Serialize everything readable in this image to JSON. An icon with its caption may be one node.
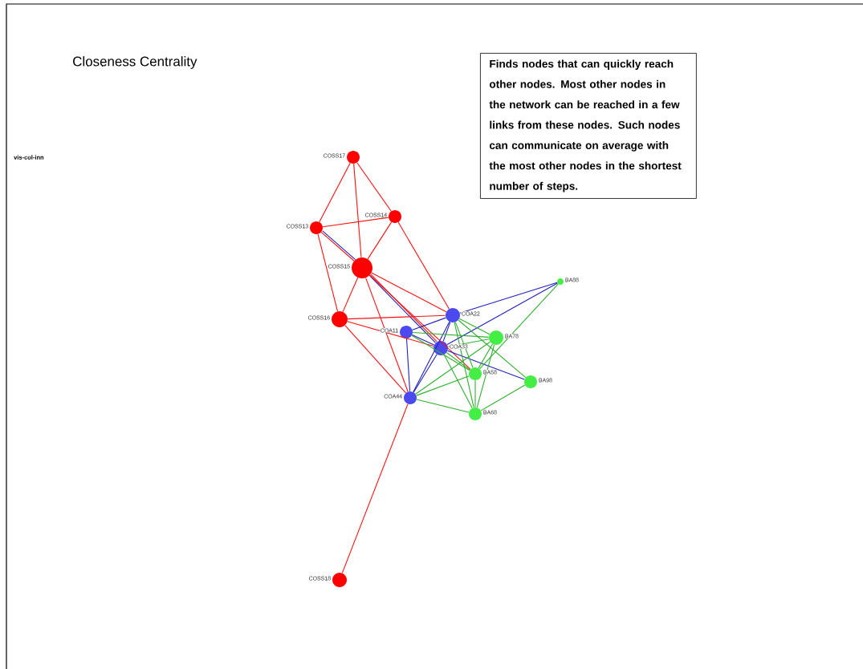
{
  "diagram": {
    "title": "Closeness Centrality",
    "nodes": [
      {
        "text": [],
        "shape": "circle",
        "beside": [
          "COSS17"
        ]
      },
      {
        "text": [],
        "shape": "circle",
        "beside": [
          "COSS13"
        ]
      },
      {
        "text": [],
        "shape": "circle",
        "beside": [
          "COSS14"
        ]
      },
      {
        "text": [],
        "shape": "circle",
        "beside": [
          "COSS15"
        ]
      },
      {
        "text": [],
        "shape": "circle",
        "beside": [
          "COSS16"
        ]
      },
      {
        "text": [],
        "shape": "circle",
        "beside": [
          "COA22"
        ]
      },
      {
        "text": [],
        "shape": "circle",
        "beside": [
          "COA11"
        ]
      },
      {
        "text": [],
        "shape": "circle",
        "beside": [
          "COA33"
        ]
      },
      {
        "text": [],
        "shape": "circle",
        "beside": [
          "COA44"
        ]
      },
      {
        "text": [],
        "shape": "circle",
        "beside": [
          "BA88"
        ]
      },
      {
        "text": [],
        "shape": "circle",
        "beside": [
          "BA78"
        ]
      },
      {
        "text": [],
        "shape": "circle",
        "beside": [
          "BA58"
        ]
      },
      {
        "text": [],
        "shape": "circle",
        "beside": [
          "BA98"
        ]
      },
      {
        "text": [],
        "shape": "circle",
        "beside": [
          "BA68"
        ]
      },
      {
        "text": [],
        "shape": "circle",
        "beside": [
          "COSS18"
        ]
      },
      {
        "text": [
          "Finds nodes that can quickly reach other nodes. Most other nodes in the network can be reached in a few links from these nodes. Such nodes can communicate on average with the most other nodes in the shortest number of steps."
        ]
      }
    ],
    "edges": [
      {
        "from": 0,
        "to": 1,
        "arrow": "none"
      },
      {
        "from": 0,
        "to": 3,
        "arrow": "none"
      },
      {
        "from": 0,
        "to": 2,
        "arrow": "none"
      },
      {
        "from": 1,
        "to": 2,
        "arrow": "none"
      },
      {
        "from": 1,
        "to": 4,
        "arrow": "none"
      },
      {
        "from": 1,
        "to": 3,
        "arrow": "none"
      },
      {
        "from": 1,
        "to": 3,
        "arrow": "none",
        "color": "#2020c0"
      },
      {
        "from": 2,
        "to": 3,
        "arrow": "none"
      },
      {
        "from": 3,
        "to": 7,
        "arrow": "none",
        "color": "#2020c0"
      },
      {
        "from": 2,
        "to": 5,
        "arrow": "none"
      },
      {
        "from": 3,
        "to": 4,
        "arrow": "none"
      },
      {
        "from": 3,
        "to": 5,
        "arrow": "none"
      },
      {
        "from": 3,
        "to": 7,
        "arrow": "none"
      },
      {
        "from": 3,
        "to": 11,
        "arrow": "none"
      },
      {
        "from": 3,
        "to": 8,
        "arrow": "none"
      },
      {
        "from": 4,
        "to": 5,
        "arrow": "none"
      },
      {
        "from": 4,
        "to": 7,
        "arrow": "none"
      },
      {
        "from": 4,
        "to": 8,
        "arrow": "none"
      },
      {
        "from": 8,
        "to": 14,
        "arrow": "none"
      },
      {
        "from": 6,
        "to": 5,
        "arrow": "none",
        "color": "#2020c0"
      },
      {
        "from": 6,
        "to": 7,
        "arrow": "none",
        "color": "#2020c0"
      },
      {
        "from": 6,
        "to": 8,
        "arrow": "none",
        "color": "#2020c0"
      },
      {
        "from": 5,
        "to": 7,
        "arrow": "none",
        "color": "#2020c0"
      },
      {
        "from": 5,
        "to": 8,
        "arrow": "none",
        "color": "#2020c0"
      },
      {
        "from": 7,
        "to": 8,
        "arrow": "none",
        "color": "#2020c0"
      },
      {
        "from": 5,
        "to": 9,
        "arrow": "none",
        "color": "#2020c0"
      },
      {
        "from": 7,
        "to": 9,
        "arrow": "none",
        "color": "#2020c0"
      },
      {
        "from": 7,
        "to": 12,
        "arrow": "none",
        "color": "#2020c0"
      },
      {
        "from": 5,
        "to": 10,
        "arrow": "none",
        "color": "#30b030"
      },
      {
        "from": 5,
        "to": 11,
        "arrow": "none",
        "color": "#30b030"
      },
      {
        "from": 5,
        "to": 13,
        "arrow": "none",
        "color": "#30b030"
      },
      {
        "from": 5,
        "to": 12,
        "arrow": "none",
        "color": "#30b030"
      },
      {
        "from": 6,
        "to": 10,
        "arrow": "none",
        "color": "#30b030"
      },
      {
        "from": 6,
        "to": 11,
        "arrow": "none",
        "color": "#30b030"
      },
      {
        "from": 7,
        "to": 10,
        "arrow": "none",
        "color": "#30b030"
      },
      {
        "from": 7,
        "to": 11,
        "arrow": "none",
        "color": "#30b030"
      },
      {
        "from": 7,
        "to": 13,
        "arrow": "none",
        "color": "#30b030"
      },
      {
        "from": 8,
        "to": 10,
        "arrow": "none",
        "color": "#30b030"
      },
      {
        "from": 8,
        "to": 11,
        "arrow": "none",
        "color": "#30b030"
      },
      {
        "from": 8,
        "to": 13,
        "arrow": "none",
        "color": "#30b030"
      },
      {
        "from": 10,
        "to": 11,
        "arrow": "none",
        "color": "#30b030"
      },
      {
        "from": 10,
        "to": 13,
        "arrow": "none",
        "color": "#30b030"
      },
      {
        "from": 11,
        "to": 13,
        "arrow": "none",
        "color": "#30b030"
      },
      {
        "from": 12,
        "to": 13,
        "arrow": "none",
        "color": "#30b030"
      },
      {
        "from": 11,
        "to": 9,
        "arrow": "none",
        "color": "#30b030"
      }
    ],
    "labels": [
      "vis-col-inn"
    ]
  }
}
